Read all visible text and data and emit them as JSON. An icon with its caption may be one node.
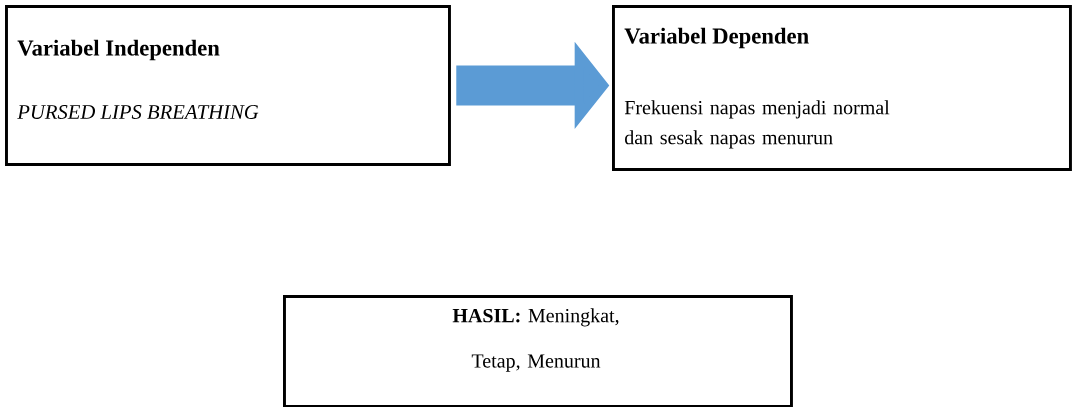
{
  "diagram": {
    "nodes": [
      {
        "text": [
          "Variabel Independen",
          "PURSED LIPS BREATHING"
        ]
      },
      {
        "text": [
          "Variabel Dependen",
          "Frekuensi napas menjadi normal dan sesak napas menurun"
        ]
      },
      {
        "text": [
          "**HASIL:** Meningkat, Tetap, Menurun"
        ]
      }
    ],
    "edges": [
      {
        "from": 0,
        "to": 1,
        "arrow": "to",
        "color": "#5b9bd5"
      }
    ]
  }
}
